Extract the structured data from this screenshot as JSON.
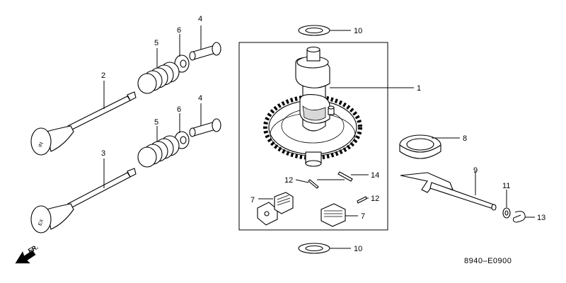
{
  "callouts": {
    "camshaft": "1",
    "valve_in": "2",
    "valve_ex": "3",
    "retainer_upper": "4",
    "retainer_lower": "4",
    "spring_upper": "5",
    "spring_lower": "5",
    "rotator_upper": "6",
    "rotator_lower": "6",
    "weight_left": "7",
    "weight_right": "7",
    "seal": "8",
    "arm": "9",
    "washer_top": "10",
    "washer_bottom": "10",
    "washer_small": "11",
    "pin_upper": "12",
    "pin_lower": "12",
    "clip": "13",
    "pin_14": "14"
  },
  "valve_marks": {
    "intake": "IN",
    "exhaust": "EX"
  },
  "direction": {
    "label": "FR."
  },
  "diagram_code": "8940–E0900"
}
